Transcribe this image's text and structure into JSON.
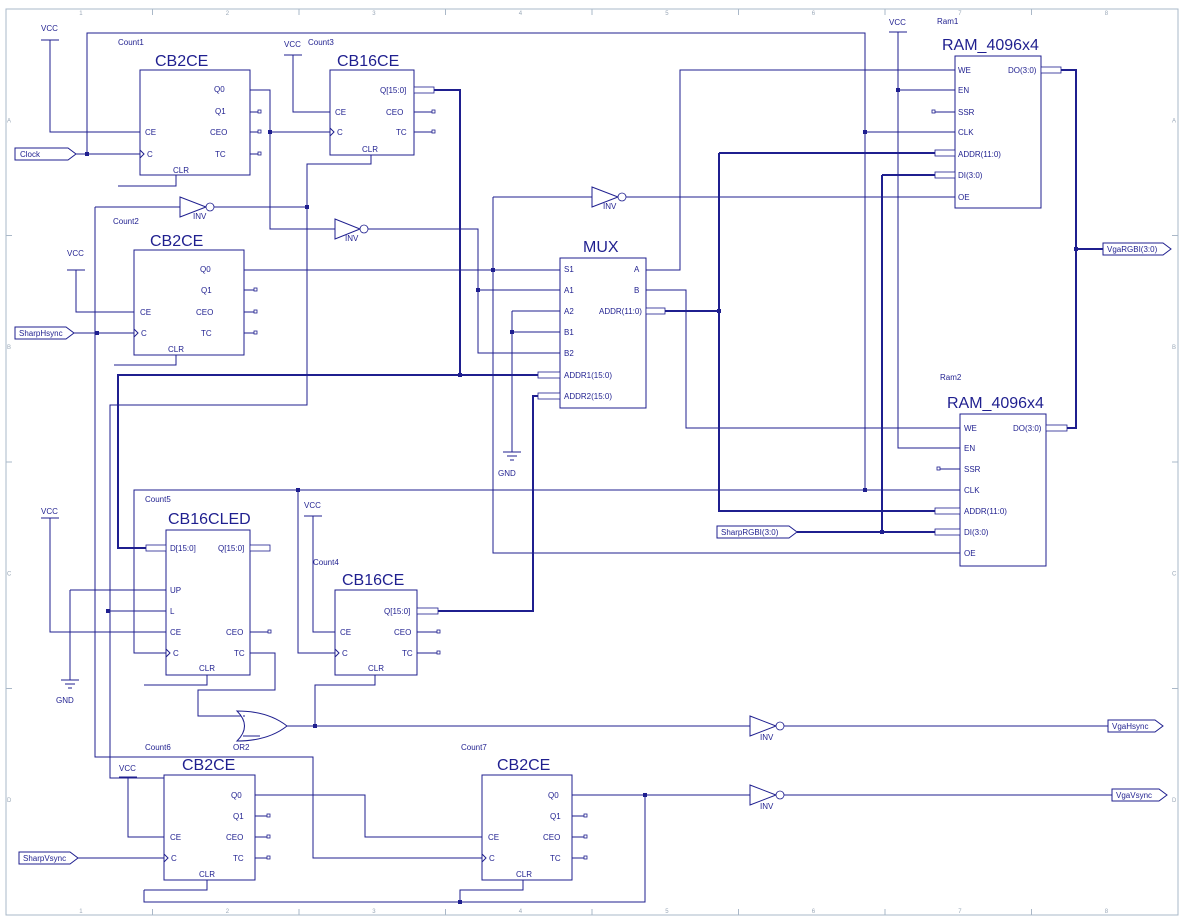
{
  "labels": {
    "vcc": "VCC",
    "gnd": "GND",
    "inv": "INV",
    "or2": "OR2"
  },
  "ports": {
    "clock": "Clock",
    "sharp_hsync": "SharpHsync",
    "sharp_vsync": "SharpVsync",
    "sharp_rgbi": "SharpRGBI(3:0)",
    "vga_rgbi": "VgaRGBI(3:0)",
    "vga_hsync": "VgaHsync",
    "vga_vsync": "VgaVsync"
  },
  "blocks": {
    "count1": {
      "inst": "Count1",
      "type": "CB2CE"
    },
    "count2": {
      "inst": "Count2",
      "type": "CB2CE"
    },
    "count3": {
      "inst": "Count3",
      "type": "CB16CE"
    },
    "count4": {
      "inst": "Count4",
      "type": "CB16CE"
    },
    "count5": {
      "inst": "Count5",
      "type": "CB16CLED"
    },
    "count6": {
      "inst": "Count6",
      "type": "CB2CE"
    },
    "count7": {
      "inst": "Count7",
      "type": "CB2CE"
    },
    "mux": {
      "type": "MUX"
    },
    "ram1": {
      "inst": "Ram1",
      "type": "RAM_4096x4"
    },
    "ram2": {
      "inst": "Ram2",
      "type": "RAM_4096x4"
    }
  },
  "pins": {
    "ce": "CE",
    "c": "C",
    "clr": "CLR",
    "q0": "Q0",
    "q1": "Q1",
    "ceo": "CEO",
    "tc": "TC",
    "q15": "Q[15:0]",
    "d15": "D[15:0]",
    "up": "UP",
    "l": "L",
    "s1": "S1",
    "a1": "A1",
    "a2": "A2",
    "b1": "B1",
    "b2": "B2",
    "addr1": "ADDR1(15:0)",
    "addr2": "ADDR2(15:0)",
    "a": "A",
    "b": "B",
    "addr11": "ADDR(11:0)",
    "we": "WE",
    "en": "EN",
    "ssr": "SSR",
    "clk": "CLK",
    "di": "DI(3:0)",
    "oe": "OE",
    "do": "DO(3:0)"
  },
  "frame": {
    "col_labels": [
      "1",
      "2",
      "3",
      "4",
      "5",
      "6",
      "7",
      "8"
    ],
    "row_labels": [
      "A",
      "B",
      "C",
      "D"
    ]
  }
}
